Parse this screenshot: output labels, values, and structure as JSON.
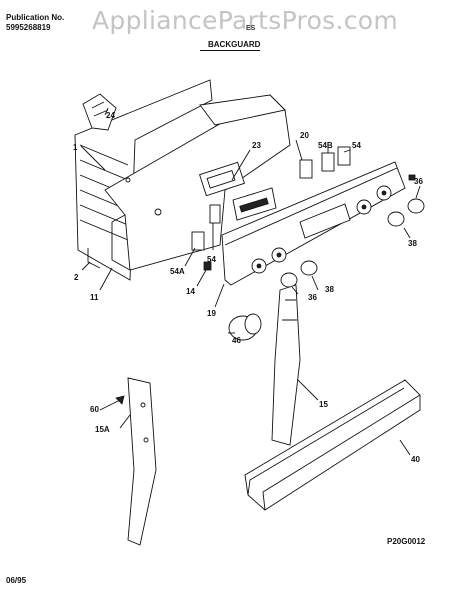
{
  "header": {
    "publication_label": "Publication No.",
    "publication_number": "5995268819",
    "model": "ES",
    "watermark": "AppliancePartsPros.com",
    "section_title": "BACKGUARD"
  },
  "footer": {
    "diagram_code": "P20G0012",
    "date": "06/95"
  },
  "callouts": {
    "c1": "1",
    "c24": "24",
    "c23": "23",
    "c20": "20",
    "c54b": "54B",
    "c54": "54",
    "c36a": "36",
    "c38a": "38",
    "c2": "2",
    "c54_2": "54",
    "c54a": "54A",
    "c14": "14",
    "c11": "11",
    "c19": "19",
    "c36b": "36",
    "c38b": "38",
    "c46": "46",
    "c60": "60",
    "c15a": "15A",
    "c15": "15",
    "c40": "40"
  }
}
